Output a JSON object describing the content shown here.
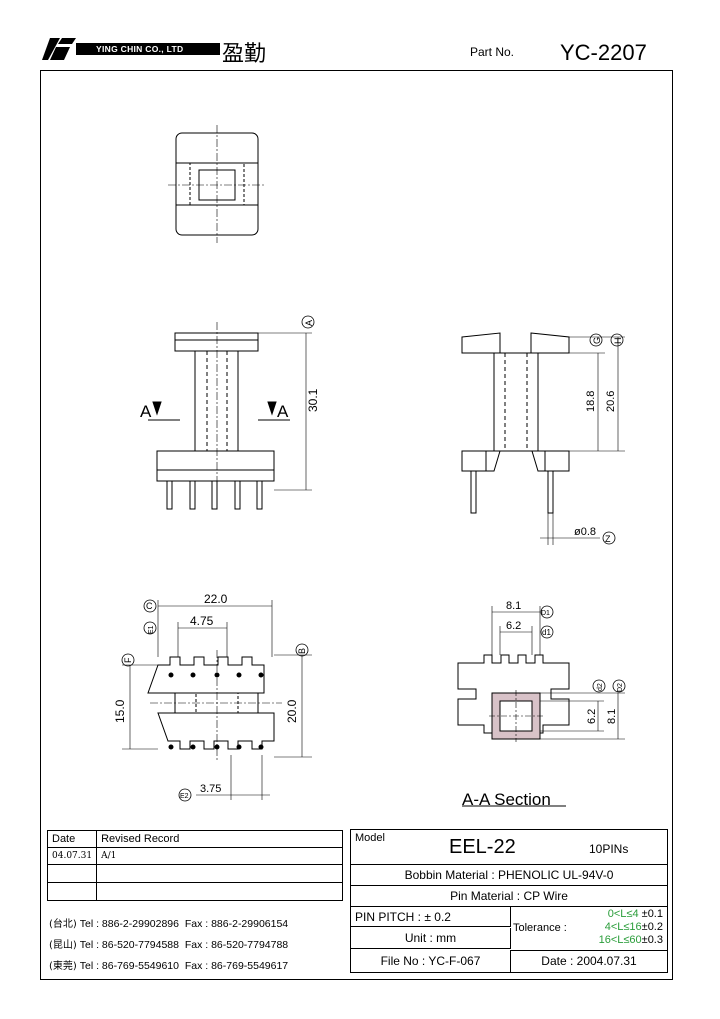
{
  "header": {
    "company_name": "YING CHIN CO., LTD",
    "company_cjk": "盈勤",
    "part_no_label": "Part No.",
    "part_no": "YC-2207"
  },
  "drawing": {
    "markers": {
      "A_top": "A",
      "G": "G",
      "H": "H",
      "B": "B",
      "C": "C",
      "E1": "E1",
      "F": "F",
      "E2": "E2",
      "D1": "D1",
      "d1": "d1",
      "d2": "d2",
      "D2": "D2",
      "Z": "Z"
    },
    "section_arrows": {
      "left": "A",
      "right": "A"
    },
    "dims": {
      "height_total": "30.1",
      "g_dim": "18.8",
      "h_dim": "20.6",
      "pin_dia": "ø0.8",
      "width_22": "22.0",
      "e1_dim": "4.75",
      "b_dim": "20.0",
      "f_dim": "15.0",
      "e2_dim": "3.75",
      "D1_dim": "8.1",
      "d1_dim": "6.2",
      "d2_dim": "6.2",
      "D2_dim": "8.1"
    },
    "section_title": "A-A Section"
  },
  "revisions": {
    "col_date": "Date",
    "col_record": "Revised Record",
    "rows": [
      {
        "date": "04.07.31",
        "record": "A/1"
      },
      {
        "date": "",
        "record": ""
      },
      {
        "date": "",
        "record": ""
      }
    ]
  },
  "contacts": [
    {
      "loc": "(台北)",
      "tel": "Tel : 886-2-29902896",
      "fax": "Fax : 886-2-29906154"
    },
    {
      "loc": "(昆山)",
      "tel": "Tel : 86-520-7794588",
      "fax": "Fax : 86-520-7794788"
    },
    {
      "loc": "(東莞)",
      "tel": "Tel : 86-769-5549610",
      "fax": "Fax : 86-769-5549617"
    }
  ],
  "spec": {
    "model_label": "Model",
    "model": "EEL-22",
    "pins": "10PINs",
    "bobbin_label": "Bobbin  Material :",
    "bobbin": "PHENOLIC UL-94V-0",
    "pin_mat_label": "Pin  Material :",
    "pin_mat": "CP Wire",
    "pitch_label": "PIN  PITCH :",
    "pitch": "± 0.2",
    "unit_label": "Unit :",
    "unit": "mm",
    "file_label": "File  No :",
    "file": "YC-F-067",
    "date_label": "Date :",
    "date": "2004.07.31",
    "tolerance_label": "Tolerance :",
    "tolerance_rows": [
      {
        "range": "0<L≤4",
        "val": "±0.1"
      },
      {
        "range": "4<L≤16",
        "val": "±0.2"
      },
      {
        "range": "16<L≤60",
        "val": "±0.3"
      }
    ]
  }
}
